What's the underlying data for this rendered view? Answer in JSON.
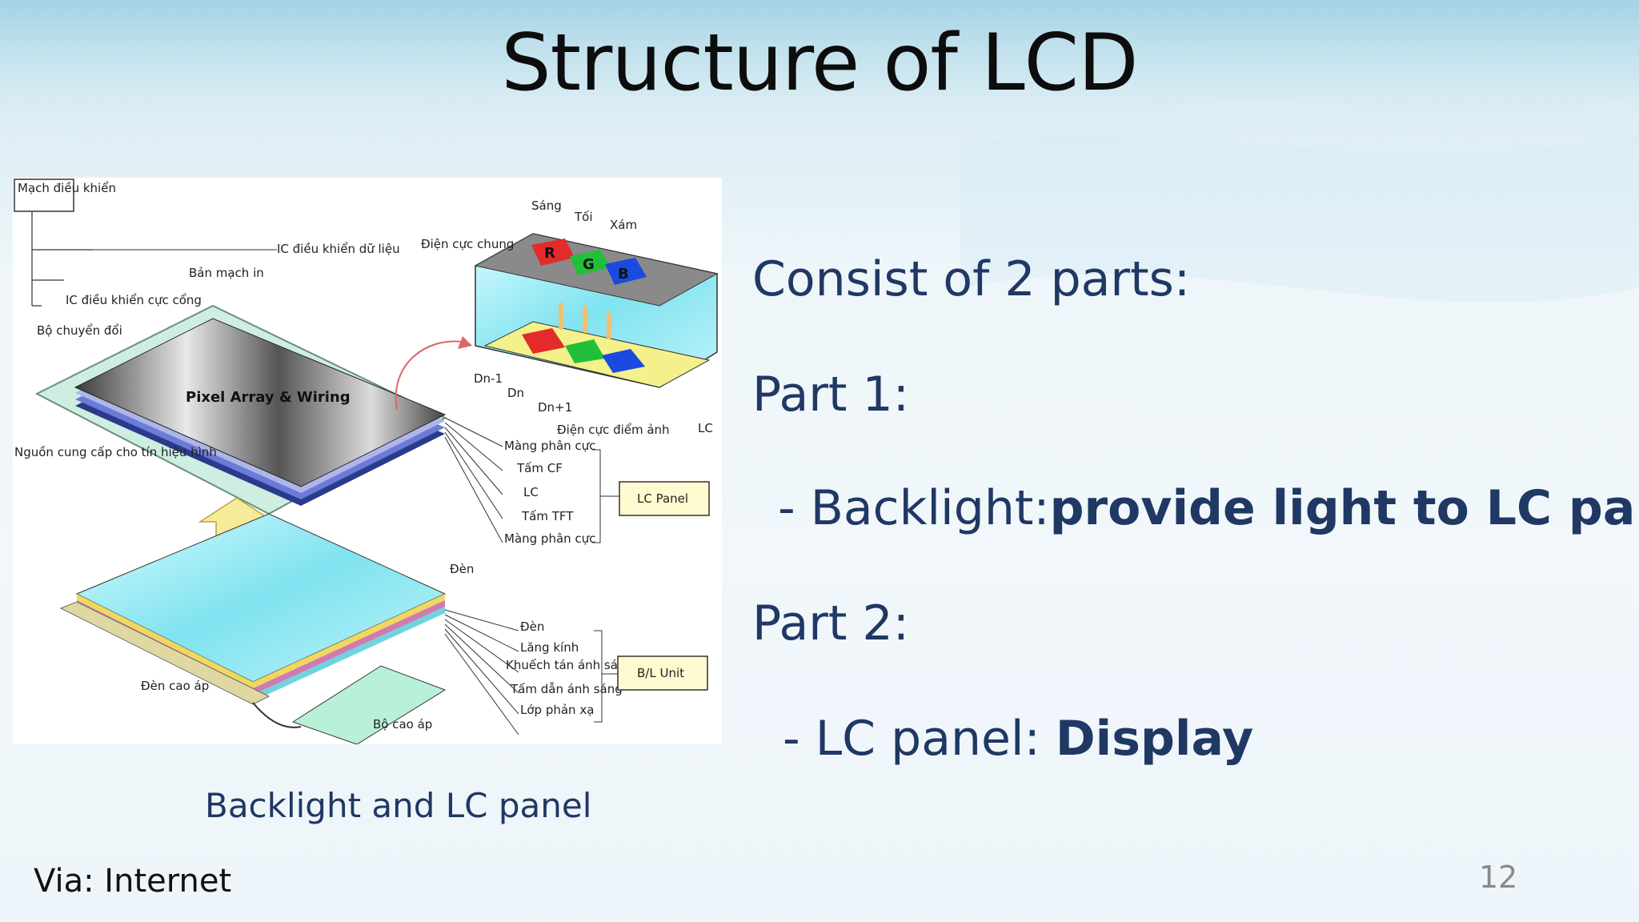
{
  "slide": {
    "title": "Structure of LCD",
    "page_number": "12",
    "source": "Via: Internet"
  },
  "figure": {
    "caption": "Backlight and LC panel",
    "labels": {
      "mach_dieu_khien": "Mạch điều khiển",
      "ic_data": "IC điều khiển dữ liệu",
      "ban_mach_in": "Bản mạch in",
      "ic_gate": "IC điều khiển cực cổng",
      "bo_chuyen_doi": "Bộ chuyển đổi",
      "pixel_array": "Pixel Array & Wiring",
      "nguon": "Nguồn cung cấp cho tín hiệu hình",
      "dien_cuc_chung": "Điện cực chung",
      "sang": "Sáng",
      "toi": "Tối",
      "xam": "Xám",
      "r": "R",
      "g": "G",
      "b": "B",
      "dn1": "Dn-1",
      "dn": "Dn",
      "dn_plus": "Dn+1",
      "dien_cuc_diem_anh": "Điện cực điểm ảnh",
      "lc": "LC",
      "mang_phan_cuc_1": "Màng phân cực",
      "tam_cf": "Tấm CF",
      "lc_layer": "LC",
      "tam_tft": "Tấm TFT",
      "mang_phan_cuc_2": "Màng phân cực",
      "lc_panel": "LC Panel",
      "den_top": "Đèn",
      "den": "Đèn",
      "lang_kinh": "Lăng kính",
      "khuech_tan": "Khuếch tán ánh sáng",
      "tam_dan": "Tấm dẫn ánh sáng",
      "lop_phan_xa": "Lớp phản xạ",
      "bl_unit": "B/L Unit",
      "den_cao_ap": "Đèn cao áp",
      "bo_cao_ap": "Bộ cao áp"
    }
  },
  "content": {
    "line1": "Consist of 2 parts:",
    "part1_heading": "Part 1:",
    "part1_prefix": "- Backlight:",
    "part1_desc": "provide light to LC panel",
    "part2_heading": "Part 2:",
    "part2_prefix": "- LC panel: ",
    "part2_desc": "Display"
  },
  "colors": {
    "body_text": "#1f3864",
    "title": "#0d0d0d",
    "page_number": "#8a8a8a"
  }
}
